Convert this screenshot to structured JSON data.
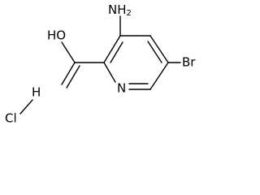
{
  "molecule": {
    "atoms": {
      "amine_n": "N",
      "amine_h": "H",
      "amine_h_count": "2",
      "hydroxyl": "HO",
      "bromine": "Br",
      "ring_n": "N",
      "hcl_h": "H",
      "hcl_cl": "Cl"
    }
  }
}
